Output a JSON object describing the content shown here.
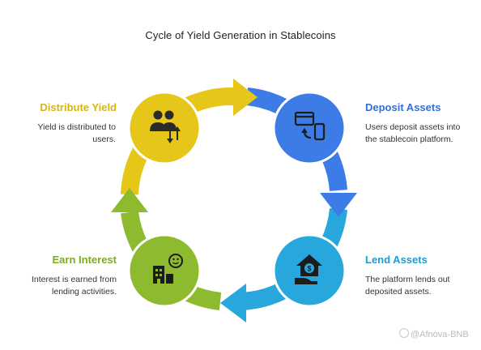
{
  "title": "Cycle of Yield Generation in Stablecoins",
  "steps": {
    "distribute": {
      "title": "Distribute Yield",
      "description": "Yield is distributed to users.",
      "color": "#E5C619",
      "icon": "users-transfer-icon"
    },
    "deposit": {
      "title": "Deposit Assets",
      "description": "Users deposit assets into the stablecoin platform.",
      "color": "#3D7CE6",
      "icon": "card-to-phone-icon"
    },
    "lend": {
      "title": "Lend Assets",
      "description": "The platform lends out deposited assets.",
      "color": "#27A7DB",
      "icon": "hand-money-icon"
    },
    "earn": {
      "title": "Earn Interest",
      "description": "Interest is earned from lending activities.",
      "color": "#8DBA2F",
      "icon": "building-smile-icon"
    }
  },
  "colors": {
    "title_distribute": "#D6B412",
    "title_deposit": "#2F6FDD",
    "title_lend": "#1E9BD1",
    "title_earn": "#7DAA22"
  },
  "watermark": "@Afnova-BNB"
}
